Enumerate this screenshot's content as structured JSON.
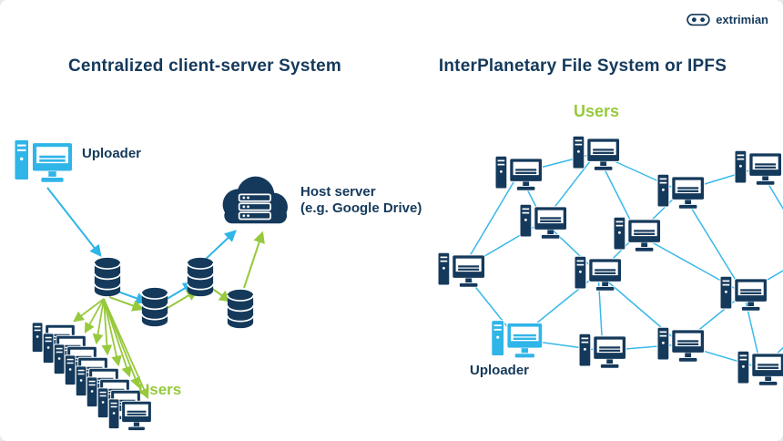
{
  "logo": {
    "text": "extrimian"
  },
  "left": {
    "title": "Centralized client-server System",
    "uploader_label": "Uploader",
    "host_server_label_line1": "Host server",
    "host_server_label_line2": "(e.g. Google Drive)",
    "users_label": "Users"
  },
  "right": {
    "title": "InterPlanetary File System or IPFS",
    "users_label": "Users",
    "uploader_label": "Uploader"
  },
  "colors": {
    "navy": "#14395B",
    "cyan": "#2FB5E8",
    "green": "#97C93D"
  }
}
